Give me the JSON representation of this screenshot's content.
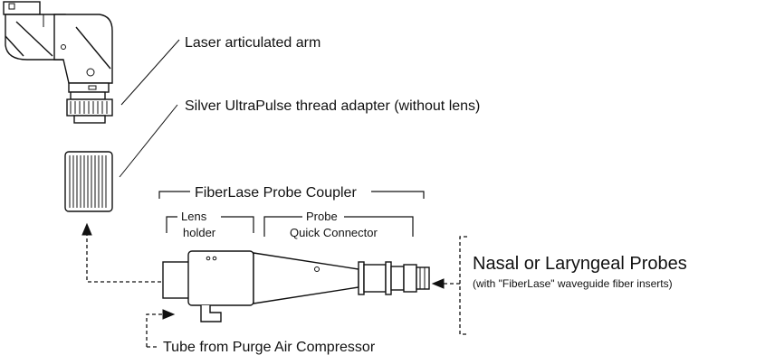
{
  "labels": {
    "arm": "Laser articulated arm",
    "adapter": "Silver UltraPulse thread adapter (without lens)",
    "coupler": "FiberLase Probe Coupler",
    "lens_holder_line1": "Lens",
    "lens_holder_line2": "holder",
    "quick_connector_line1": "Probe",
    "quick_connector_line2": "Quick Connector",
    "probes_title": "Nasal or Laryngeal Probes",
    "probes_subtitle": "(with \"FiberLase\" waveguide fiber inserts)",
    "purge_tube": "Tube from Purge Air Compressor"
  },
  "colors": {
    "ink": "#111111",
    "background": "#ffffff"
  }
}
